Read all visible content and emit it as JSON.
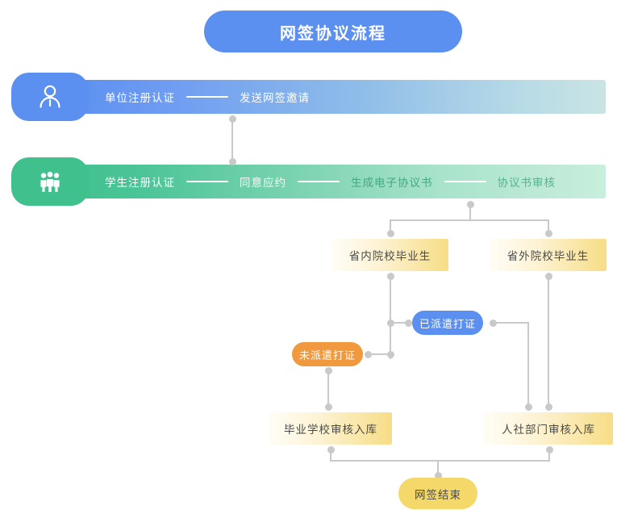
{
  "page": {
    "title": "网签协议流程",
    "language": "zh-CN"
  },
  "colors": {
    "title_bg": "#5b8ff0",
    "company_bar": "#5b8ff0",
    "student_bar": "#3fc08d",
    "yellow_box": "#f7dd86",
    "pill_blue": "#5b8ff0",
    "pill_orange": "#f0993f",
    "pill_end": "#f5d86a",
    "connector": "#c9c9c9",
    "box_text": "#4a4a4a"
  },
  "lanes": [
    {
      "id": "company",
      "icon": "single-person-icon",
      "steps": [
        "单位注册认证",
        "发送网签邀请"
      ]
    },
    {
      "id": "student",
      "icon": "group-people-icon",
      "steps": [
        "学生注册认证",
        "同意应约",
        "生成电子协议书",
        "协议书审核"
      ]
    }
  ],
  "nodes": {
    "in_province": "省内院校毕业生",
    "out_province": "省外院校毕业生",
    "dispatched": "已派遣打证",
    "undispatched": "未派遣打证",
    "school_audit": "毕业学校审核入库",
    "rsd_audit": "人社部门审核入库",
    "end": "网签结束"
  }
}
